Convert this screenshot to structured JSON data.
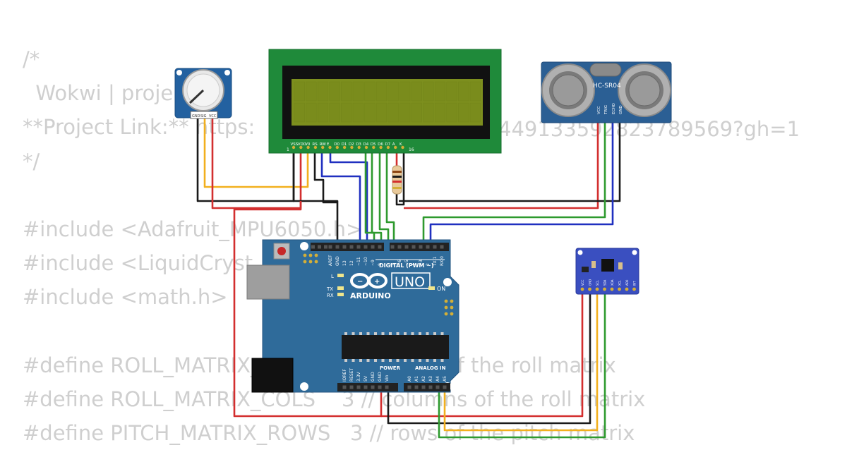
{
  "code_lines": [
    "/*",
    "  Wokwi | proje",
    "**Project Link:** https:",
    "*/",
    "",
    "#include <Adafruit_MPU6050.h>",
    "#include <LiquidCryst",
    "#include <math.h>",
    "",
    "#define ROLL_MATRIX_ROWS    3 // rows of the roll matrix",
    "#define ROLL_MATRIX_COLS    3 // columns of the roll matrix",
    "#define PITCH_MATRIX_ROWS   3 // rows of the pitch matrix"
  ],
  "code_fragment_right": "449133592823789569?gh=1",
  "lcd": {
    "pin_labels": [
      "VSS",
      "VDD",
      "V0",
      "RS",
      "RW",
      "E",
      "D0",
      "D1",
      "D2",
      "D3",
      "D4",
      "D5",
      "D6",
      "D7",
      "A",
      "K"
    ],
    "pin_first": "1",
    "pin_last": "16"
  },
  "potentiometer": {
    "pins": [
      "GND",
      "SIG",
      "VCC"
    ]
  },
  "ultrasonic": {
    "model": "HC-SR04",
    "pins": [
      "VCC",
      "TRIG",
      "ECHO",
      "GND"
    ]
  },
  "arduino": {
    "brand": "ARDUINO",
    "model": "UNO",
    "digital_label": "DIGITAL (PWM ~)",
    "on_label": "ON",
    "l_label": "L",
    "tx_label": "TX",
    "rx_label": "RX",
    "power_label": "POWER",
    "analog_label": "ANALOG IN",
    "top_pins": [
      "AREF",
      "GND",
      "13",
      "12",
      "~11",
      "~10",
      "~9",
      "8",
      "7",
      "~6",
      "~5",
      "4",
      "~3",
      "2",
      "TX 1",
      "RX 0"
    ],
    "bottom_pins": [
      "IOREF",
      "RESET",
      "3.3V",
      "5V",
      "GND",
      "GND",
      "Vin",
      "A0",
      "A1",
      "A2",
      "A3",
      "A4",
      "A5"
    ]
  },
  "mpu": {
    "pins": [
      "VCC",
      "GND",
      "SCL",
      "SDA",
      "XDA",
      "XCL",
      "AD0",
      "INT"
    ]
  },
  "colors": {
    "wire_red": "#d32f2f",
    "wire_black": "#1a1a1a",
    "wire_orange": "#f2b01e",
    "wire_green": "#2e9a2e",
    "wire_blue": "#2030c0",
    "board_blue": "#2f6b9a",
    "lcd_green": "#1f8a3a",
    "lcd_screen": "#7d8f1e"
  }
}
